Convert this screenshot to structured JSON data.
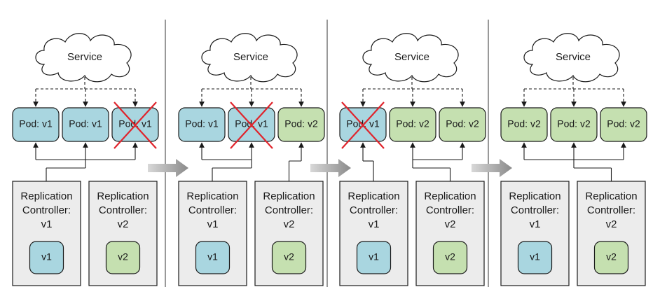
{
  "colors": {
    "pod_v1_fill": "#a9d6e0",
    "pod_v2_fill": "#c5e0b0",
    "template_v1_fill": "#a9d6e0",
    "template_v2_fill": "#c5e0b0",
    "controller_fill": "#ececec",
    "stroke": "#1a1a1a",
    "deleted_cross": "#e0242c",
    "arrow": "#8a8a8a",
    "divider": "#555555"
  },
  "panels": [
    {
      "service_label": "Service",
      "pods": [
        {
          "label": "Pod: v1",
          "version": "v1",
          "deleted": false
        },
        {
          "label": "Pod: v1",
          "version": "v1",
          "deleted": false
        },
        {
          "label": "Pod: v1",
          "version": "v1",
          "deleted": true
        }
      ],
      "controllers": [
        {
          "line1": "Replication",
          "line2": "Controller:",
          "line3": "v1",
          "template_label": "v1",
          "version": "v1"
        },
        {
          "line1": "Replication",
          "line2": "Controller:",
          "line3": "v2",
          "template_label": "v2",
          "version": "v2"
        }
      ]
    },
    {
      "service_label": "Service",
      "pods": [
        {
          "label": "Pod: v1",
          "version": "v1",
          "deleted": false
        },
        {
          "label": "Pod: v1",
          "version": "v1",
          "deleted": true
        },
        {
          "label": "Pod: v2",
          "version": "v2",
          "deleted": false
        }
      ],
      "controllers": [
        {
          "line1": "Replication",
          "line2": "Controller:",
          "line3": "v1",
          "template_label": "v1",
          "version": "v1"
        },
        {
          "line1": "Replication",
          "line2": "Controller:",
          "line3": "v2",
          "template_label": "v2",
          "version": "v2"
        }
      ]
    },
    {
      "service_label": "Service",
      "pods": [
        {
          "label": "Pod: v1",
          "version": "v1",
          "deleted": true
        },
        {
          "label": "Pod: v2",
          "version": "v2",
          "deleted": false
        },
        {
          "label": "Pod: v2",
          "version": "v2",
          "deleted": false
        }
      ],
      "controllers": [
        {
          "line1": "Replication",
          "line2": "Controller:",
          "line3": "v1",
          "template_label": "v1",
          "version": "v1"
        },
        {
          "line1": "Replication",
          "line2": "Controller:",
          "line3": "v2",
          "template_label": "v2",
          "version": "v2"
        }
      ]
    },
    {
      "service_label": "Service",
      "pods": [
        {
          "label": "Pod: v2",
          "version": "v2",
          "deleted": false
        },
        {
          "label": "Pod: v2",
          "version": "v2",
          "deleted": false
        },
        {
          "label": "Pod: v2",
          "version": "v2",
          "deleted": false
        }
      ],
      "controllers": [
        {
          "line1": "Replication",
          "line2": "Controller:",
          "line3": "v1",
          "template_label": "v1",
          "version": "v1"
        },
        {
          "line1": "Replication",
          "line2": "Controller:",
          "line3": "v2",
          "template_label": "v2",
          "version": "v2"
        }
      ]
    }
  ],
  "ownership": [
    {
      "controller": 0,
      "pods": [
        0,
        1,
        2
      ]
    },
    {
      "controller": 0,
      "pods": [
        0,
        1
      ],
      "controller_b": 1,
      "pods_b": [
        2
      ]
    },
    {
      "controller": 0,
      "pods": [
        0
      ],
      "controller_b": 1,
      "pods_b": [
        1,
        2
      ]
    },
    {
      "controller": 1,
      "pods": [
        0,
        1,
        2
      ]
    }
  ]
}
